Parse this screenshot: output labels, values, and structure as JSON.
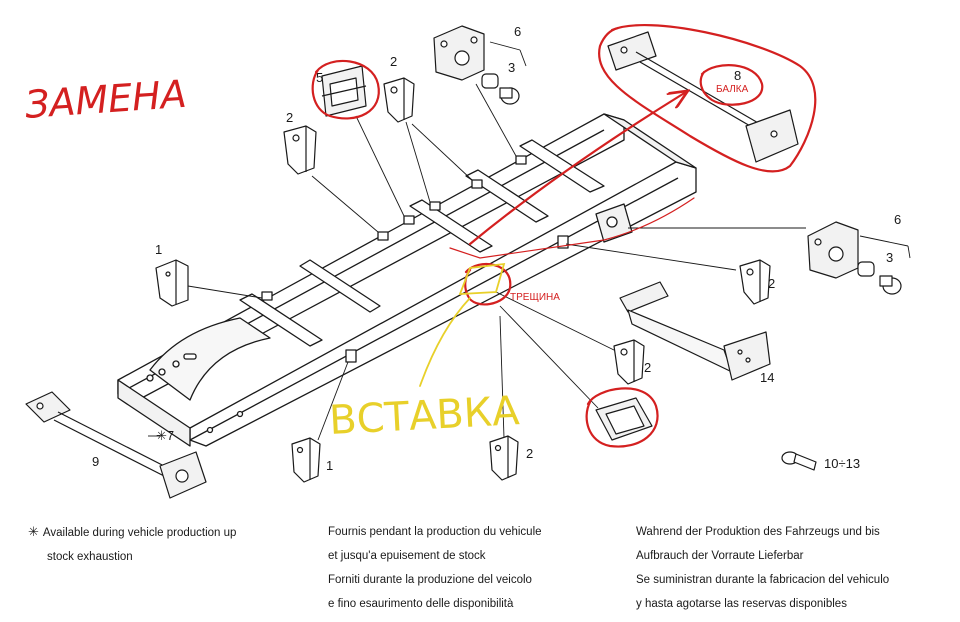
{
  "callouts": {
    "c1a": "1",
    "c1b": "1",
    "c2a": "2",
    "c2b": "2",
    "c2c": "2",
    "c2d": "2",
    "c2e": "2",
    "c3a": "3",
    "c3b": "3",
    "c5": "5",
    "c6a": "6",
    "c6b": "6",
    "c7": "✳7",
    "c8": "8",
    "c9": "9",
    "c14": "14",
    "c1013": "10÷13"
  },
  "handwritten": {
    "zamena": "ЗАМЕНА",
    "balka": "БАЛКА",
    "treshchina": "ТРЕЩИНА",
    "vstavka": "ВСТАВКА"
  },
  "footnotes": {
    "star": "✳",
    "en": [
      "Available during vehicle production up",
      "stock exhaustion"
    ],
    "fr": [
      "Fournis pendant la production du vehicule",
      "et jusqu'a epuisement de stock",
      "Forniti durante la produzione del veicolo",
      "e fino esaurimento delle disponibilità"
    ],
    "de": [
      "Wahrend der Produktion des Fahrzeugs und bis",
      "Aufbrauch der Vorraute Lieferbar",
      "Se suministran durante la fabricacion del vehiculo",
      "y hasta agotarse las reservas disponibles"
    ]
  },
  "colors": {
    "line": "#1a1a1a",
    "red_mark": "#d42020",
    "yellow_mark": "#e8d02a",
    "part_fill": "#f2f2f2"
  }
}
